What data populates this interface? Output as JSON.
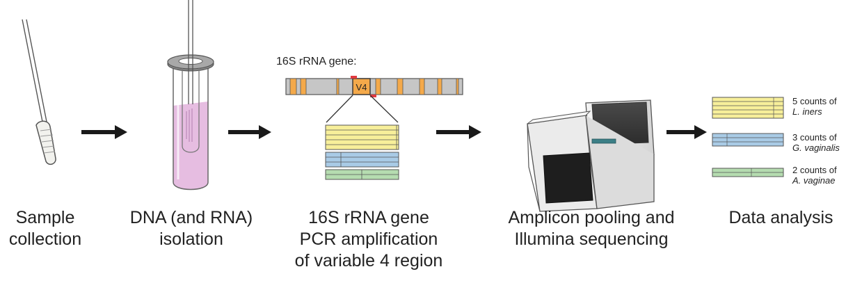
{
  "steps": [
    {
      "id": "sample",
      "lines": [
        "Sample",
        "collection"
      ]
    },
    {
      "id": "isolation",
      "lines": [
        "DNA (and RNA)",
        "isolation"
      ]
    },
    {
      "id": "pcr",
      "lines": [
        "16S rRNA gene",
        "PCR amplification",
        "of variable 4 region"
      ]
    },
    {
      "id": "sequencing",
      "lines": [
        "Amplicon pooling and",
        "Illumina sequencing"
      ]
    },
    {
      "id": "analysis",
      "lines": [
        "Data analysis"
      ]
    }
  ],
  "gene": {
    "title": "16S rRNA gene:",
    "region_label": "V4"
  },
  "results": [
    {
      "count_text": "5 counts of",
      "species": "L. iners",
      "color": "#f7ef9a",
      "reads": 5
    },
    {
      "count_text": "3 counts of",
      "species": "G. vaginalis",
      "color": "#a9cbe6",
      "reads": 3
    },
    {
      "count_text": "2 counts of",
      "species": "A. vaginae",
      "color": "#b5dcb0",
      "reads": 2
    }
  ],
  "colors": {
    "gene_bar": "#c6c6c6",
    "variable_region": "#f4a94a",
    "primer": "#e0393f",
    "isolation_liquid": "#e3b6de",
    "machine_screen": "#3f3f3f",
    "machine_slot": "#3c7f86",
    "arrow": "#1a1a1a"
  },
  "icons": [
    "swab-icon",
    "tube-icon",
    "sequencer-icon",
    "arrow-icon"
  ]
}
